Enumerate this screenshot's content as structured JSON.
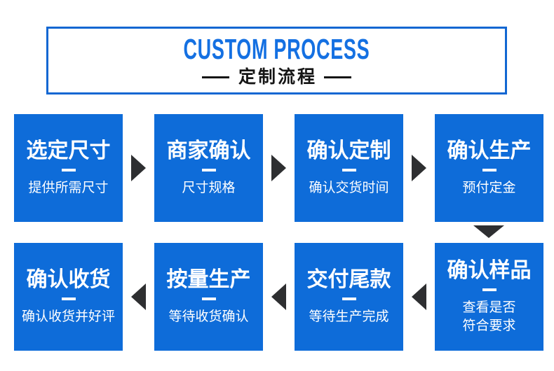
{
  "header": {
    "title_en": "CUSTOM PROCESS",
    "title_cn": "定制流程"
  },
  "steps": [
    {
      "title": "选定尺寸",
      "subtitle": "提供所需尺寸"
    },
    {
      "title": "商家确认",
      "subtitle": "尺寸规格"
    },
    {
      "title": "确认定制",
      "subtitle": "确认交货时间"
    },
    {
      "title": "确认生产",
      "subtitle": "预付定金"
    },
    {
      "title": "确认样品",
      "subtitle": "查看是否\n符合要求"
    },
    {
      "title": "交付尾款",
      "subtitle": "等待生产完成"
    },
    {
      "title": "按量生产",
      "subtitle": "等待收货确认"
    },
    {
      "title": "确认收货",
      "subtitle": "确认收货并好评"
    }
  ],
  "flow": {
    "row1_order": [
      "选定尺寸",
      "商家确认",
      "确认定制",
      "确认生产"
    ],
    "row2_order": [
      "确认收货",
      "按量生产",
      "交付尾款",
      "确认样品"
    ],
    "direction_row1": "left-to-right",
    "direction_row2": "right-to-left"
  },
  "colors": {
    "step_box_blue": "#0e6cd9",
    "header_border_blue": "#1267d2",
    "title_blue": "#1470e2",
    "arrow_dark": "#2e2f31",
    "text_black": "#151515",
    "text_white": "#ffffff",
    "background": "#ffffff"
  }
}
